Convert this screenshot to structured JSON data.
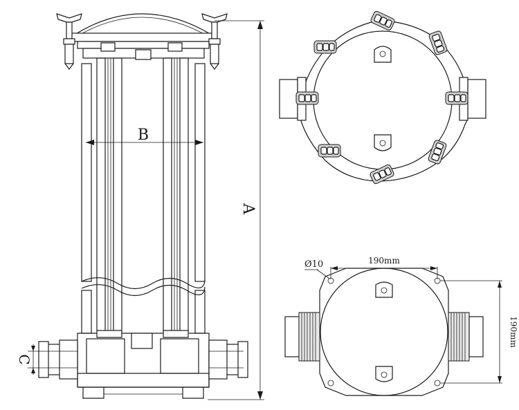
{
  "drawing": {
    "side_view": {
      "dim_A": "A",
      "dim_B": "B",
      "dim_C": "C"
    },
    "bottom_view": {
      "hole_label": "Ø10",
      "width_label": "190mm",
      "height_label": "190mm"
    }
  }
}
